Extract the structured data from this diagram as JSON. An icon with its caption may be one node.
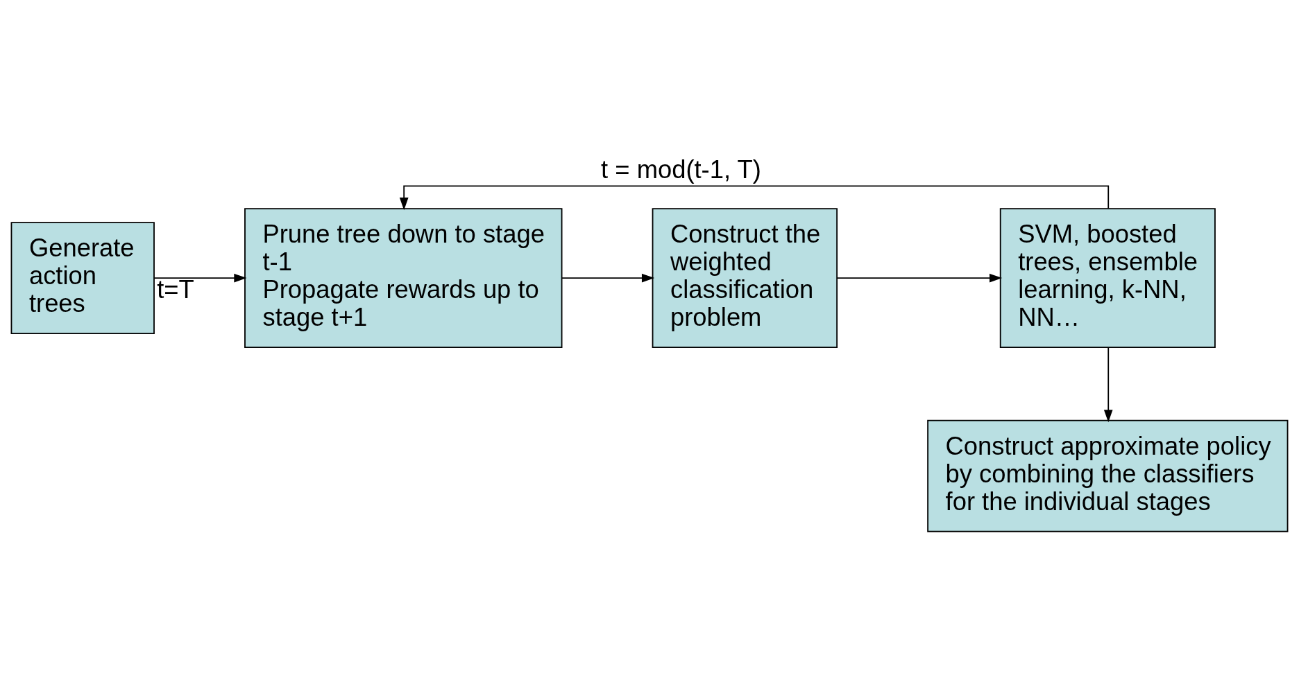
{
  "diagram": {
    "nodes": [
      {
        "text": [
          "Generate action trees"
        ]
      },
      {
        "text": [
          "Prune tree down to stage t-1",
          "Propagate rewards up to stage t+1"
        ]
      },
      {
        "text": [
          "Construct the weighted classification problem"
        ]
      },
      {
        "text": [
          "SVM, boosted trees, ensemble learning, k-NN, NN…"
        ]
      },
      {
        "text": [
          "Construct approximate policy by combining the classifiers for the individual stages"
        ]
      }
    ],
    "edges": [
      {
        "from": 0,
        "to": 1,
        "arrow": "to",
        "label": "t=T"
      },
      {
        "from": 1,
        "to": 2,
        "arrow": "to"
      },
      {
        "from": 2,
        "to": 3,
        "arrow": "to"
      },
      {
        "from": 3,
        "to": 1,
        "arrow": "to",
        "label": "t = mod(t-1, T)"
      },
      {
        "from": 3,
        "to": 4,
        "arrow": "to"
      }
    ]
  }
}
